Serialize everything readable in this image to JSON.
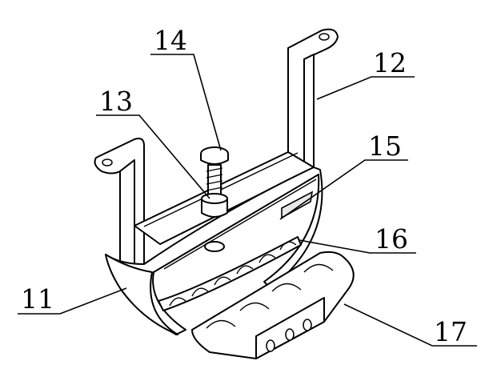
{
  "callouts": [
    {
      "id": "11",
      "text": "11"
    },
    {
      "id": "12",
      "text": "12"
    },
    {
      "id": "13",
      "text": "13"
    },
    {
      "id": "14",
      "text": "14"
    },
    {
      "id": "15",
      "text": "15"
    },
    {
      "id": "16",
      "text": "16"
    },
    {
      "id": "17",
      "text": "17"
    }
  ]
}
